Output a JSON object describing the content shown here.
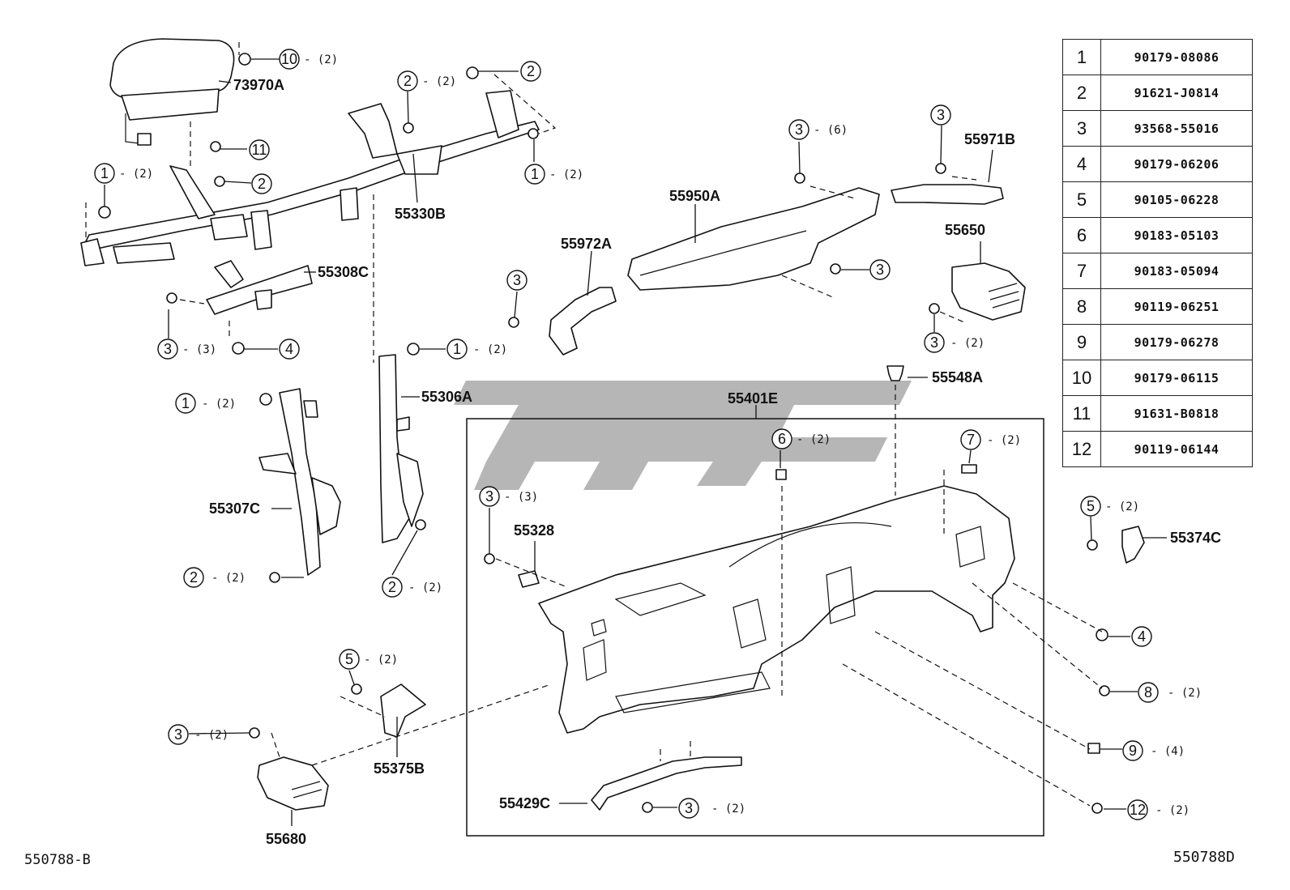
{
  "legend": [
    {
      "num": "1",
      "part": "90179-08086"
    },
    {
      "num": "2",
      "part": "91621-J0814"
    },
    {
      "num": "3",
      "part": "93568-55016"
    },
    {
      "num": "4",
      "part": "90179-06206"
    },
    {
      "num": "5",
      "part": "90105-06228"
    },
    {
      "num": "6",
      "part": "90183-05103"
    },
    {
      "num": "7",
      "part": "90183-05094"
    },
    {
      "num": "8",
      "part": "90119-06251"
    },
    {
      "num": "9",
      "part": "90179-06278"
    },
    {
      "num": "10",
      "part": "90179-06115"
    },
    {
      "num": "11",
      "part": "91631-B0818"
    },
    {
      "num": "12",
      "part": "90119-06144"
    }
  ],
  "part_labels": {
    "airbag": "73970A",
    "reinf_main": "55330B",
    "brace_upper": "55308C",
    "brace_right": "55306A",
    "brace_left": "55307C",
    "duct_center": "55950A",
    "duct_side": "55972A",
    "duct_right": "55971B",
    "vent_right": "55650",
    "retainer": "55548A",
    "panel": "55401E",
    "bracket_small": "55328",
    "bracket_right": "55374C",
    "bracket_lower": "55375B",
    "vent_left": "55680",
    "brace_bottom": "55429C"
  },
  "callouts": {
    "c10": {
      "num": "10",
      "qty": "- (2)"
    },
    "c2a": {
      "num": "2",
      "qty": "- (2)"
    },
    "c2b": {
      "num": "2",
      "qty": ""
    },
    "c11": {
      "num": "11",
      "qty": ""
    },
    "c1a": {
      "num": "1",
      "qty": "- (2)"
    },
    "c2c": {
      "num": "2",
      "qty": ""
    },
    "c1b": {
      "num": "1",
      "qty": "- (2)"
    },
    "c3a": {
      "num": "3",
      "qty": "- (3)"
    },
    "c4a": {
      "num": "4",
      "qty": ""
    },
    "c1c": {
      "num": "1",
      "qty": "- (2)"
    },
    "c1d": {
      "num": "1",
      "qty": "- (2)"
    },
    "c2d": {
      "num": "2",
      "qty": "- (2)"
    },
    "c2e": {
      "num": "2",
      "qty": "- (2)"
    },
    "c3b": {
      "num": "3",
      "qty": "- (6)"
    },
    "c3c": {
      "num": "3",
      "qty": ""
    },
    "c3d": {
      "num": "3",
      "qty": ""
    },
    "c3e": {
      "num": "3",
      "qty": ""
    },
    "c3f": {
      "num": "3",
      "qty": "- (2)"
    },
    "c6": {
      "num": "6",
      "qty": "- (2)"
    },
    "c7": {
      "num": "7",
      "qty": "- (2)"
    },
    "c3g": {
      "num": "3",
      "qty": "- (3)"
    },
    "c5a": {
      "num": "5",
      "qty": "- (2)"
    },
    "c5b": {
      "num": "5",
      "qty": "- (2)"
    },
    "c3h": {
      "num": "3",
      "qty": "- (2)"
    },
    "c3i": {
      "num": "3",
      "qty": "- (2)"
    },
    "c4b": {
      "num": "4",
      "qty": ""
    },
    "c8": {
      "num": "8",
      "qty": "- (2)"
    },
    "c9": {
      "num": "9",
      "qty": "- (4)"
    },
    "c12": {
      "num": "12",
      "qty": "- (2)"
    }
  },
  "footer": {
    "left_code": "550788-B",
    "right_code": "550788D"
  },
  "watermark_color": "#a9a9a9"
}
